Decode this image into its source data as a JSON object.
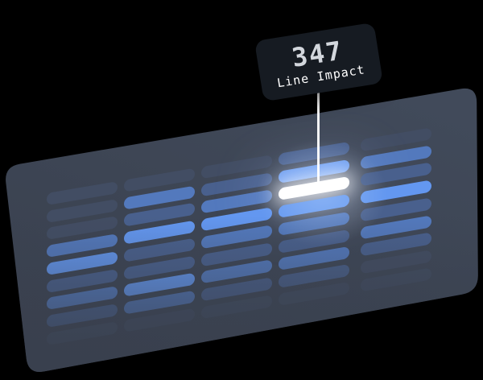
{
  "tooltip": {
    "value": "347",
    "label": "Line Impact"
  },
  "colors": {
    "background": "#000000",
    "panel_top": "#414a5a",
    "panel_bottom": "#39404e",
    "fade_color": "#39404e",
    "level_colors": [
      "#424d63",
      "#49608d",
      "#5379bd",
      "#6397f0",
      "#ffffff"
    ],
    "tooltip_bg": "#161b22",
    "tooltip_value_color": "#d3d7dd",
    "tooltip_label_color": "#ffffff",
    "connector_color": "#ffffff"
  },
  "chart_data": {
    "type": "heatmap",
    "title": "",
    "columns": 5,
    "rows": 9,
    "legend": "off",
    "axes": "none",
    "levels": [
      [
        0,
        0,
        0,
        1,
        0
      ],
      [
        0,
        2,
        1,
        3,
        2
      ],
      [
        0,
        1,
        2,
        4,
        1
      ],
      [
        2,
        3,
        3,
        3,
        3
      ],
      [
        3,
        1,
        2,
        2,
        1
      ],
      [
        1,
        1,
        1,
        1,
        2
      ],
      [
        2,
        3,
        2,
        2,
        1
      ],
      [
        1,
        2,
        1,
        1,
        0
      ],
      [
        0,
        0,
        0,
        0,
        0
      ]
    ],
    "level_meaning": "0=dim slate, 1=slate blue, 2=medium blue, 3=bright blue, 4=white highlighted",
    "highlight": {
      "row": 3,
      "column": 4,
      "value": 347,
      "label": "Line Impact"
    }
  }
}
